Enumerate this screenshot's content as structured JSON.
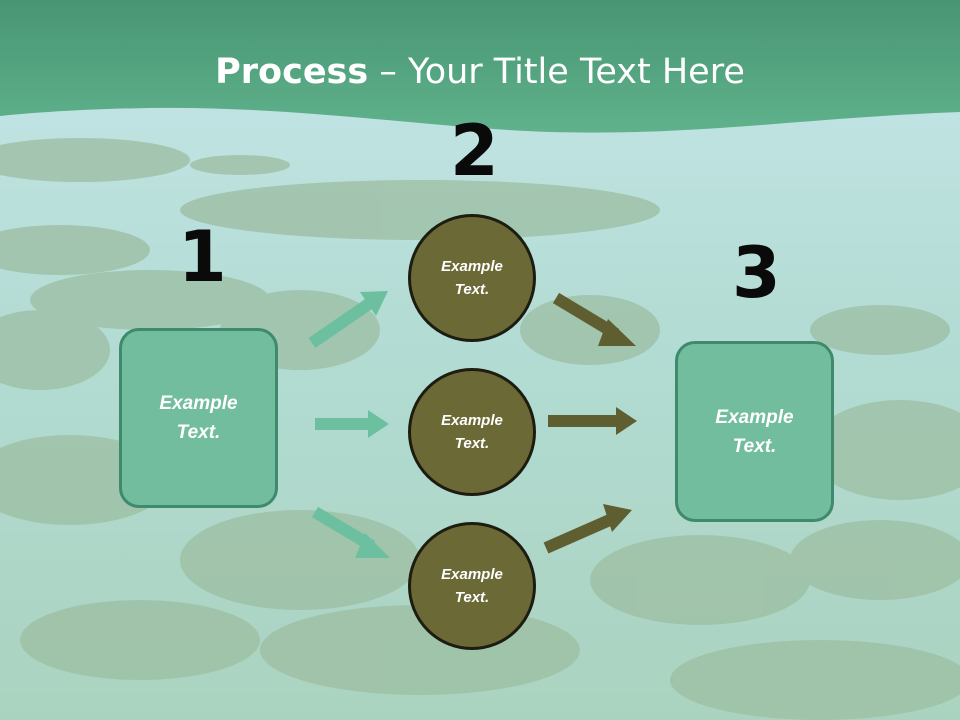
{
  "title": {
    "bold": "Process",
    "rest": " – Your Title Text Here"
  },
  "numbers": [
    "1",
    "2",
    "3"
  ],
  "left_box": {
    "text": "Example\nText."
  },
  "circles": [
    {
      "text": "Example\nText."
    },
    {
      "text": "Example\nText."
    },
    {
      "text": "Example\nText."
    }
  ],
  "right_box": {
    "text": "Example\nText."
  },
  "colors": {
    "header_green": "#3f9b72",
    "box_fill": "#72bd9d",
    "circle_fill": "#6b6a36",
    "arrow_green": "#6cc0a0",
    "arrow_olive": "#5f5e30"
  }
}
